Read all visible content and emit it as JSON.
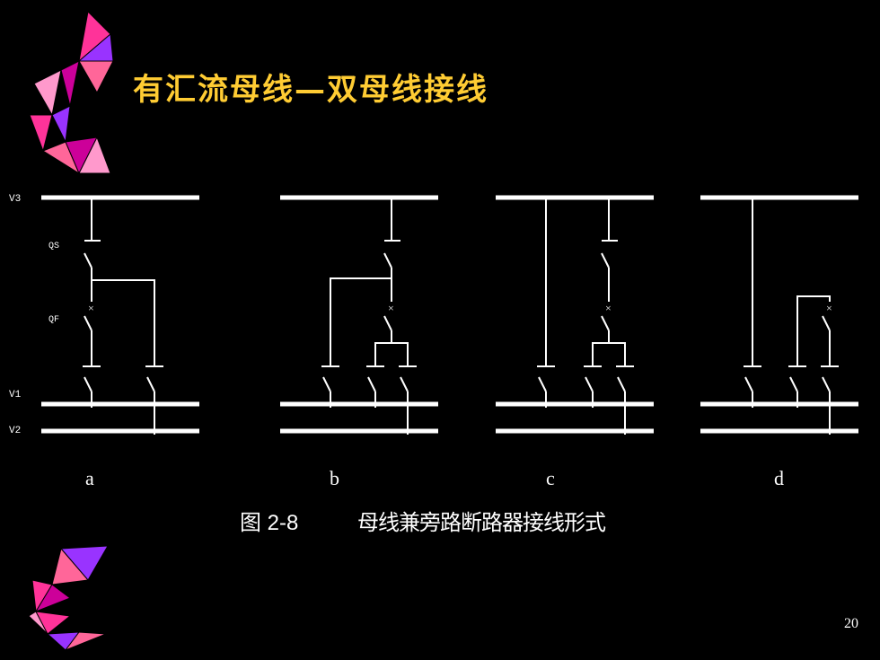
{
  "slide": {
    "title": "有汇流母线—双母线接线",
    "page_number": "20"
  },
  "figure": {
    "bus_labels": [
      "V3",
      "V1",
      "V2"
    ],
    "qs_label": "QS",
    "qf_label": "QF",
    "breaker_mark": "×",
    "sub_labels": [
      "a",
      "b",
      "c",
      "d"
    ],
    "caption_number": "图 2-8",
    "caption_text": "母线兼旁路断路器接线形式"
  },
  "colors": {
    "background": "#000000",
    "title": "#ffcc33",
    "lines": "#ffffff",
    "deco": [
      "#ff3399",
      "#9933ff",
      "#ff6699",
      "#cc0099",
      "#ff99cc"
    ]
  }
}
